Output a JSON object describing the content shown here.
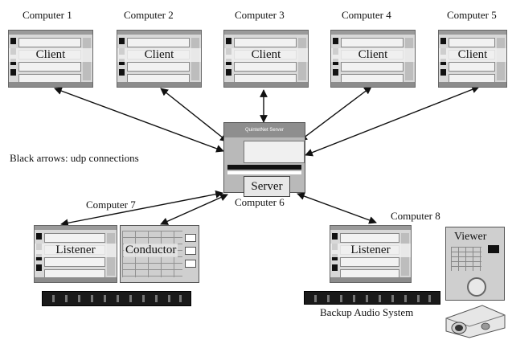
{
  "computers": {
    "c1": "Computer 1",
    "c2": "Computer 2",
    "c3": "Computer 3",
    "c4": "Computer 4",
    "c5": "Computer 5",
    "c6": "Computer 6",
    "c7": "Computer 7",
    "c8": "Computer 8"
  },
  "screens": {
    "client": "Client",
    "server": "Server",
    "server_header": "QuintetNet Server",
    "listener": "Listener",
    "conductor": "Conductor",
    "viewer": "Viewer"
  },
  "notes": {
    "arrows": "Black arrows: udp connections",
    "backup": "Backup Audio System"
  },
  "colors": {
    "arrow": "#111111",
    "screen_bg": "#d8d8d8",
    "rack": "#1a1a1a"
  }
}
